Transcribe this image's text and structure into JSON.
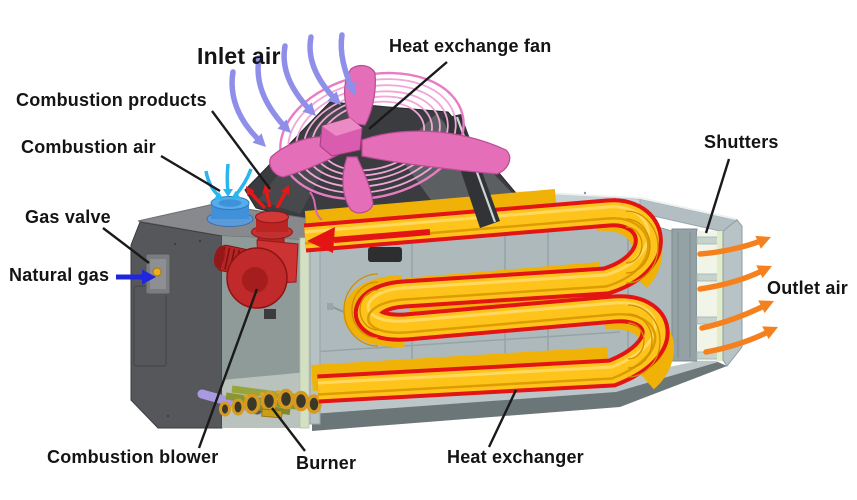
{
  "labels": {
    "inlet_air": "Inlet air",
    "heat_exchange_fan": "Heat exchange fan",
    "combustion_products": "Combustion products",
    "combustion_air": "Combustion air",
    "gas_valve": "Gas valve",
    "natural_gas": "Natural gas",
    "shutters": "Shutters",
    "outlet_air": "Outlet air",
    "combustion_blower": "Combustion blower",
    "burner": "Burner",
    "heat_exchanger": "Heat exchanger"
  },
  "arrow_counts": {
    "inlet_air": 5,
    "combustion_air": 3,
    "combustion_products": 3,
    "outlet_air": 4,
    "natural_gas": 1
  },
  "colors": {
    "inlet_air_arrows": "#8f8fea",
    "combustion_air_arrows": "#2ab5ef",
    "combustion_products_arrows": "#e31818",
    "natural_gas_arrow": "#2026dd",
    "outlet_air_arrows": "#f5811e",
    "heat_exchanger_tube": "#ffc41c",
    "heat_exchanger_trace": "#e21414",
    "fan": "#e46fb8",
    "cabinet": "#aeb9bc",
    "combustion_box": "#55575b",
    "leader_lines": "#1a1a1a",
    "label_text": "#141414",
    "background": "#ffffff"
  }
}
